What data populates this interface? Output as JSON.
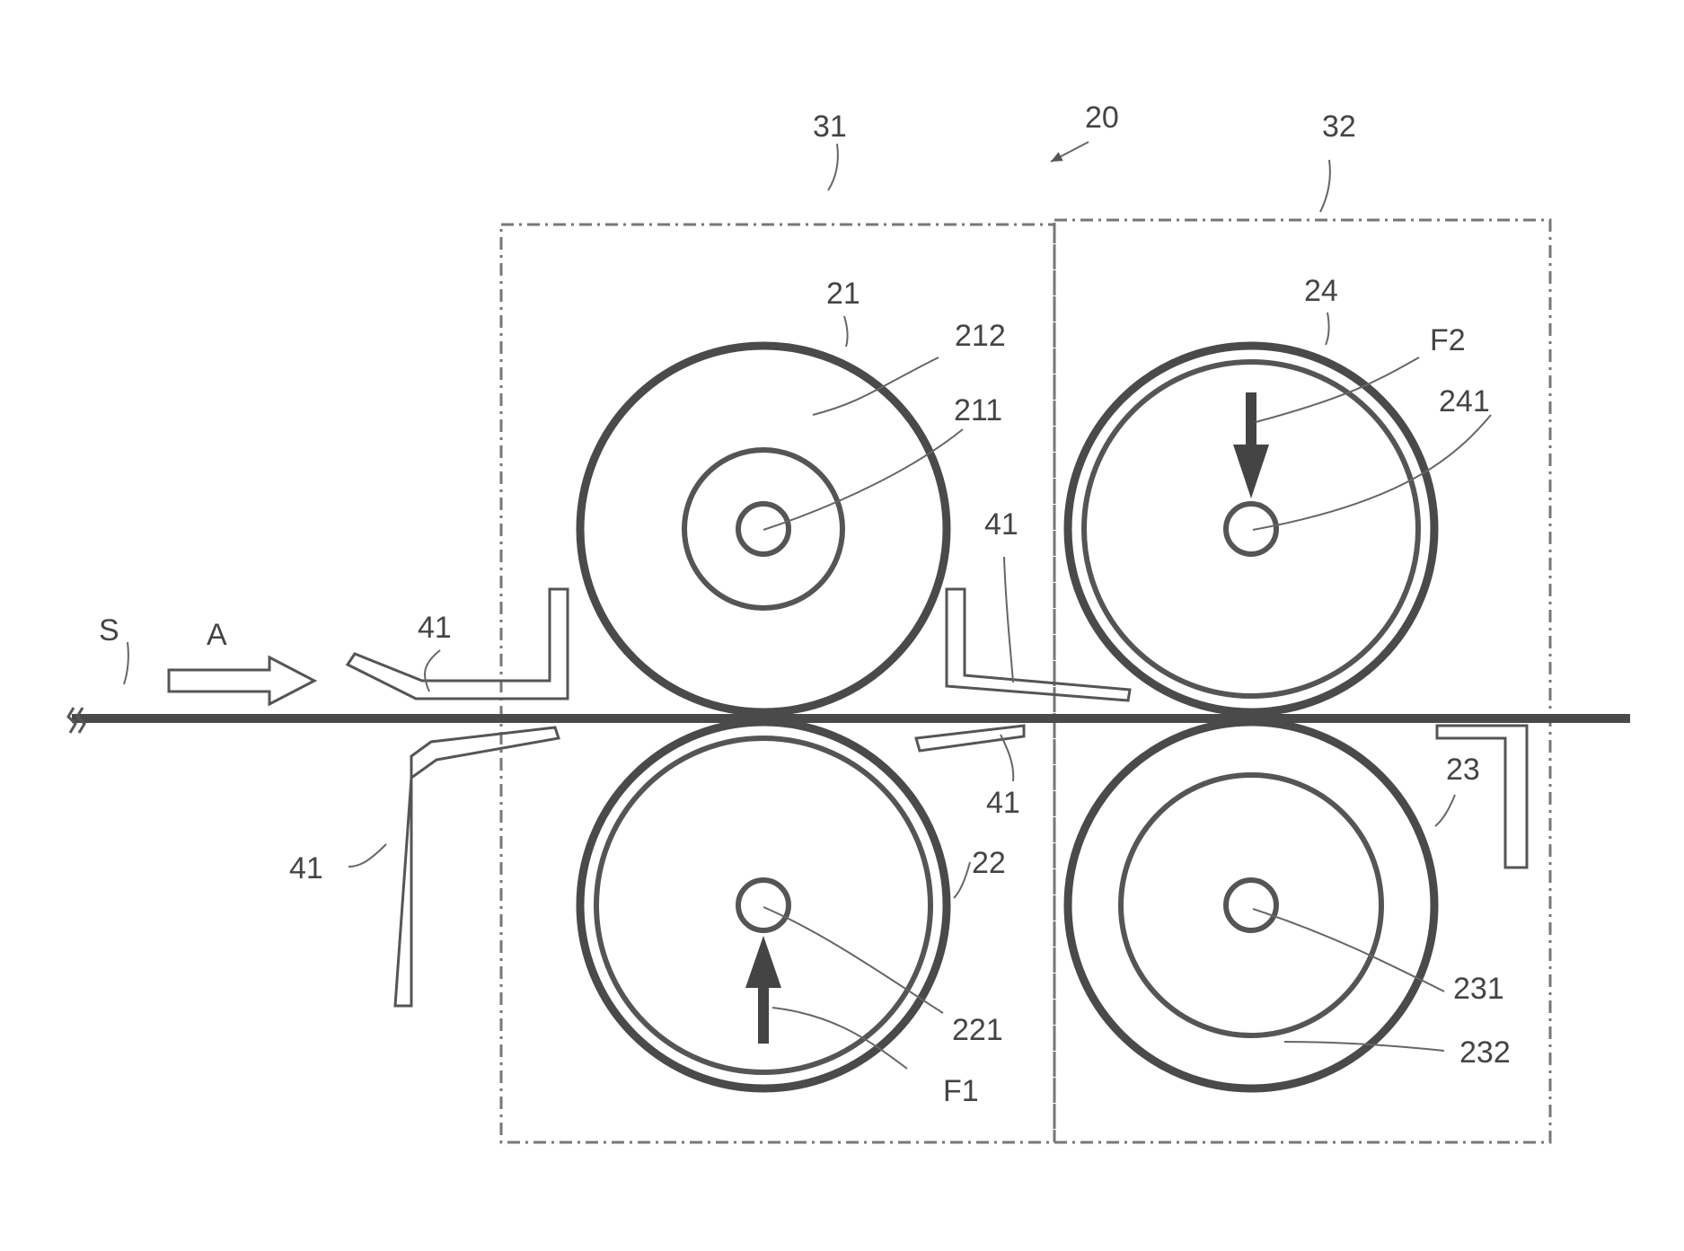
{
  "labels": {
    "assembly": "20",
    "unit_left": "31",
    "unit_right": "32",
    "roller_upper_left": "21",
    "roller_upper_left_core": "211",
    "roller_upper_left_body": "212",
    "roller_lower_left": "22",
    "roller_lower_left_core": "221",
    "roller_lower_right": "23",
    "roller_lower_right_core": "231",
    "roller_lower_right_body": "232",
    "roller_upper_right": "24",
    "roller_upper_right_core": "241",
    "force_1": "F1",
    "force_2": "F2",
    "sheet": "S",
    "direction": "A",
    "guide_1": "41",
    "guide_2": "41",
    "guide_3": "41",
    "guide_4": "41",
    "guide_5": "41"
  }
}
